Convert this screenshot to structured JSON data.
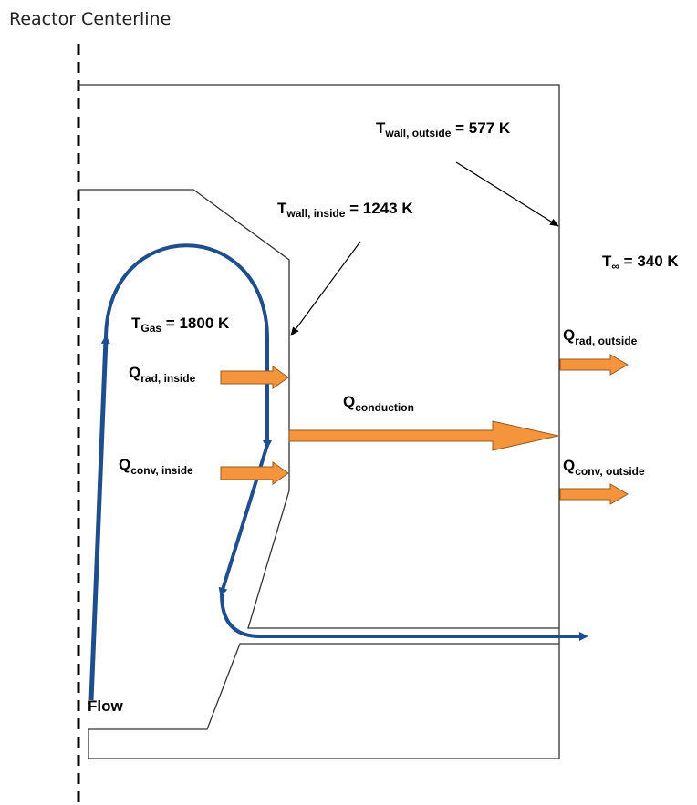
{
  "title": "Reactor Centerline",
  "labels": {
    "t_wall_outside": {
      "sym": "T",
      "sub": "wall, outside",
      "val": " = 577 K"
    },
    "t_wall_inside": {
      "sym": "T",
      "sub": "wall, inside",
      "val": " = 1243 K"
    },
    "t_inf": {
      "sym": "T",
      "sub": "∞",
      "val": " = 340 K"
    },
    "t_gas": {
      "sym": "T",
      "sub": "Gas",
      "val": " = 1800 K"
    },
    "q_rad_inside": {
      "sym": "Q",
      "sub": "rad, inside"
    },
    "q_conv_inside": {
      "sym": "Q",
      "sub": "conv, inside"
    },
    "q_conduction": {
      "sym": "Q",
      "sub": "conduction"
    },
    "q_rad_outside": {
      "sym": "Q",
      "sub": "rad, outside"
    },
    "q_conv_outside": {
      "sym": "Q",
      "sub": "conv, outside"
    },
    "flow": "Flow"
  },
  "colors": {
    "flow_path": "#1f4e8c",
    "heat_arrow_fill": "#f4943c",
    "heat_arrow_stroke": "#9a5a1e",
    "outline": "#333333"
  }
}
